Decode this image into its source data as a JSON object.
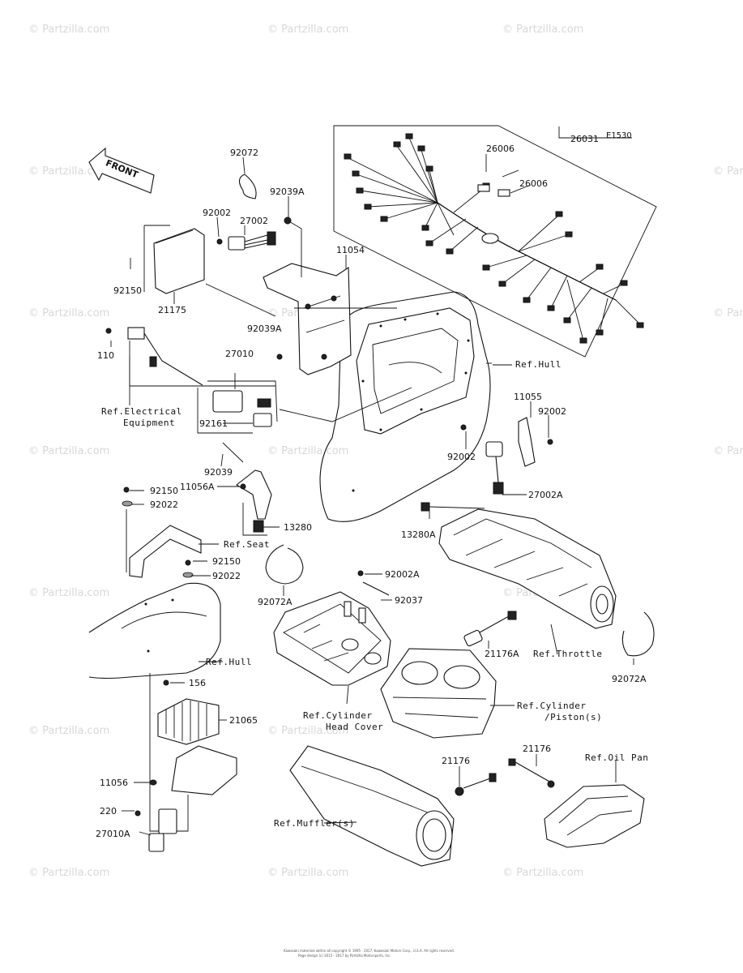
{
  "diagram_code": "E1530",
  "front_arrow_label": "FRONT",
  "watermark_text": "© Partzilla.com",
  "footer_lines": [
    "Kawasaki materials within all copyright © 1995 - 2017, Kawasaki Motors Corp., U.S.A. All rights reserved.",
    "Page design (c) 2015 - 2017 by Partzilla Motorsports, Inc."
  ],
  "part_labels": [
    {
      "id": "92072-top",
      "text": "92072"
    },
    {
      "id": "92039A-top",
      "text": "92039A"
    },
    {
      "id": "92002-top",
      "text": "92002"
    },
    {
      "id": "27002",
      "text": "27002"
    },
    {
      "id": "11054",
      "text": "11054"
    },
    {
      "id": "92150-top",
      "text": "92150"
    },
    {
      "id": "21175",
      "text": "21175"
    },
    {
      "id": "92039A-mid",
      "text": "92039A"
    },
    {
      "id": "110",
      "text": "110"
    },
    {
      "id": "27010",
      "text": "27010"
    },
    {
      "id": "92161",
      "text": "92161"
    },
    {
      "id": "92039",
      "text": "92039"
    },
    {
      "id": "11056A",
      "text": "11056A"
    },
    {
      "id": "92150-a",
      "text": "92150"
    },
    {
      "id": "92022-a",
      "text": "92022"
    },
    {
      "id": "13280",
      "text": "13280"
    },
    {
      "id": "92150-b",
      "text": "92150"
    },
    {
      "id": "92022-b",
      "text": "92022"
    },
    {
      "id": "156",
      "text": "156"
    },
    {
      "id": "21065",
      "text": "21065"
    },
    {
      "id": "11056",
      "text": "11056"
    },
    {
      "id": "220",
      "text": "220"
    },
    {
      "id": "27010A",
      "text": "27010A"
    },
    {
      "id": "26031",
      "text": "26031"
    },
    {
      "id": "26006-a",
      "text": "26006"
    },
    {
      "id": "26006-b",
      "text": "26006"
    },
    {
      "id": "11055",
      "text": "11055"
    },
    {
      "id": "92002-right",
      "text": "92002"
    },
    {
      "id": "92002-mid",
      "text": "92002"
    },
    {
      "id": "27002A",
      "text": "27002A"
    },
    {
      "id": "13280A",
      "text": "13280A"
    },
    {
      "id": "92072A-left",
      "text": "92072A"
    },
    {
      "id": "92002A",
      "text": "92002A"
    },
    {
      "id": "92037",
      "text": "92037"
    },
    {
      "id": "21176A",
      "text": "21176A"
    },
    {
      "id": "92072A-right",
      "text": "92072A"
    },
    {
      "id": "21176-a",
      "text": "21176"
    },
    {
      "id": "21176-b",
      "text": "21176"
    }
  ],
  "ref_labels": [
    {
      "id": "ref-electrical-1",
      "text": "Ref.Electrical"
    },
    {
      "id": "ref-electrical-2",
      "text": "Equipment"
    },
    {
      "id": "ref-hull-top",
      "text": "Ref.Hull"
    },
    {
      "id": "ref-seat",
      "text": "Ref.Seat"
    },
    {
      "id": "ref-hull-bottom",
      "text": "Ref.Hull"
    },
    {
      "id": "ref-throttle",
      "text": "Ref.Throttle"
    },
    {
      "id": "ref-cylinder-1",
      "text": "Ref.Cylinder"
    },
    {
      "id": "ref-cylinder-2",
      "text": "/Piston(s)"
    },
    {
      "id": "ref-head-cover-1",
      "text": "Ref.Cylinder"
    },
    {
      "id": "ref-head-cover-2",
      "text": "Head Cover"
    },
    {
      "id": "ref-oil-pan",
      "text": "Ref.Oil Pan"
    },
    {
      "id": "ref-muffler",
      "text": "Ref.Muffler(s)"
    }
  ]
}
